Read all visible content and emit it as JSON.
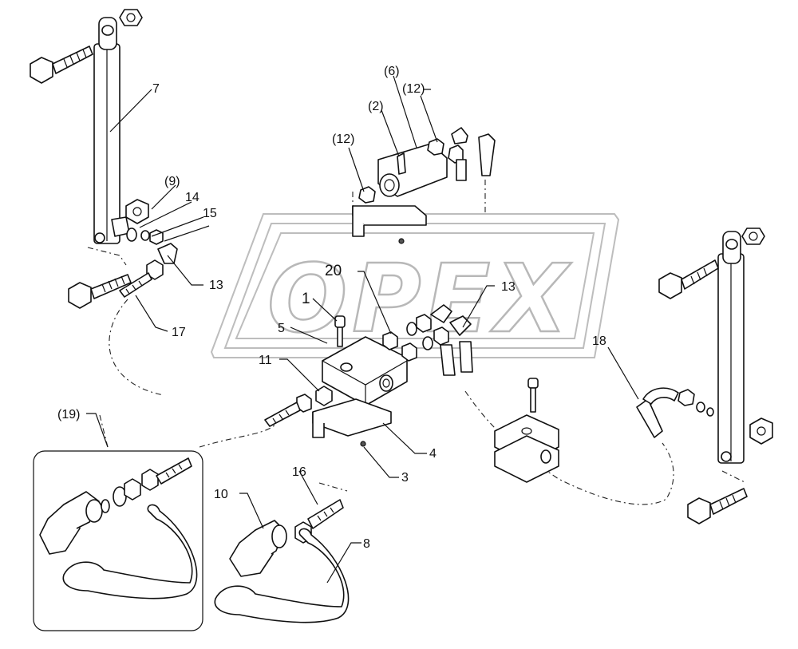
{
  "watermark": {
    "text": "OPEX"
  },
  "callouts": [
    {
      "id": "c-1",
      "text": "1"
    },
    {
      "id": "c-2",
      "text": "(2)"
    },
    {
      "id": "c-3",
      "text": "3"
    },
    {
      "id": "c-4",
      "text": "4"
    },
    {
      "id": "c-5",
      "text": "5"
    },
    {
      "id": "c-6",
      "text": "(6)"
    },
    {
      "id": "c-7",
      "text": "7"
    },
    {
      "id": "c-8",
      "text": "8"
    },
    {
      "id": "c-9",
      "text": "(9)"
    },
    {
      "id": "c-10",
      "text": "10"
    },
    {
      "id": "c-11",
      "text": "11"
    },
    {
      "id": "c-12a",
      "text": "(12)"
    },
    {
      "id": "c-12b",
      "text": "(12)"
    },
    {
      "id": "c-13a",
      "text": "13"
    },
    {
      "id": "c-13b",
      "text": "13"
    },
    {
      "id": "c-14",
      "text": "14"
    },
    {
      "id": "c-15",
      "text": "15"
    },
    {
      "id": "c-16",
      "text": "16"
    },
    {
      "id": "c-17",
      "text": "17"
    },
    {
      "id": "c-18",
      "text": "18"
    },
    {
      "id": "c-19",
      "text": "(19)"
    },
    {
      "id": "c-20",
      "text": "20"
    }
  ]
}
